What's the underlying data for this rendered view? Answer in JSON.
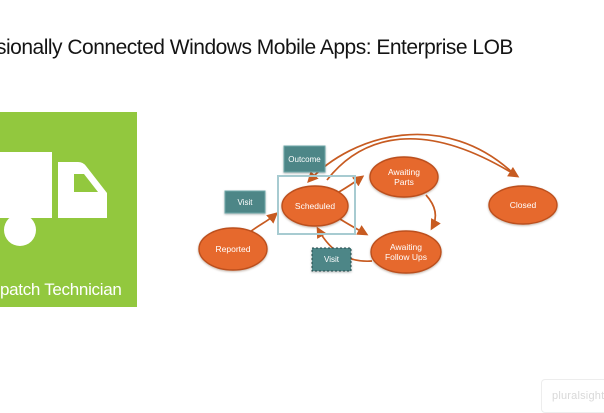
{
  "slide": {
    "title": "sionally Connected Windows Mobile Apps: Enterprise LOB"
  },
  "tile": {
    "label": "patch Technician",
    "color": "#92C83E",
    "icon": "truck-icon"
  },
  "diagram": {
    "colors": {
      "state_fill": "#E6692D",
      "state_border": "#BC4F1D",
      "arrow": "#C75B21",
      "annotation_fill": "#4D8687",
      "annotation_border": "#6FA8A9",
      "selection_dash": "#22484A",
      "highlight_rect": "#A7CBD1",
      "label_text": "#FFFFFF"
    },
    "states": {
      "reported": {
        "label": "Reported"
      },
      "scheduled": {
        "label": "Scheduled"
      },
      "awaiting_parts": {
        "label_line1": "Awaiting",
        "label_line2": "Parts"
      },
      "awaiting_follow_ups": {
        "label_line1": "Awaiting",
        "label_line2": "Follow Ups"
      },
      "closed": {
        "label": "Closed"
      }
    },
    "annotations": {
      "outcome": {
        "label": "Outcome"
      },
      "visit_left": {
        "label": "Visit"
      },
      "visit_bottom": {
        "label": "Visit"
      }
    },
    "transitions": [
      {
        "from": "Reported",
        "to": "Scheduled"
      },
      {
        "from": "Scheduled",
        "to": "Awaiting Parts"
      },
      {
        "from": "Awaiting Parts",
        "to": "Awaiting Follow Ups"
      },
      {
        "from": "Scheduled",
        "to": "Awaiting Follow Ups"
      },
      {
        "from": "Awaiting Follow Ups",
        "to": "Scheduled"
      },
      {
        "from": "Scheduled",
        "to": "Closed"
      },
      {
        "from": "Closed",
        "to": "Scheduled"
      }
    ]
  },
  "watermark": {
    "label": "pluralsight",
    "mark": "o"
  }
}
